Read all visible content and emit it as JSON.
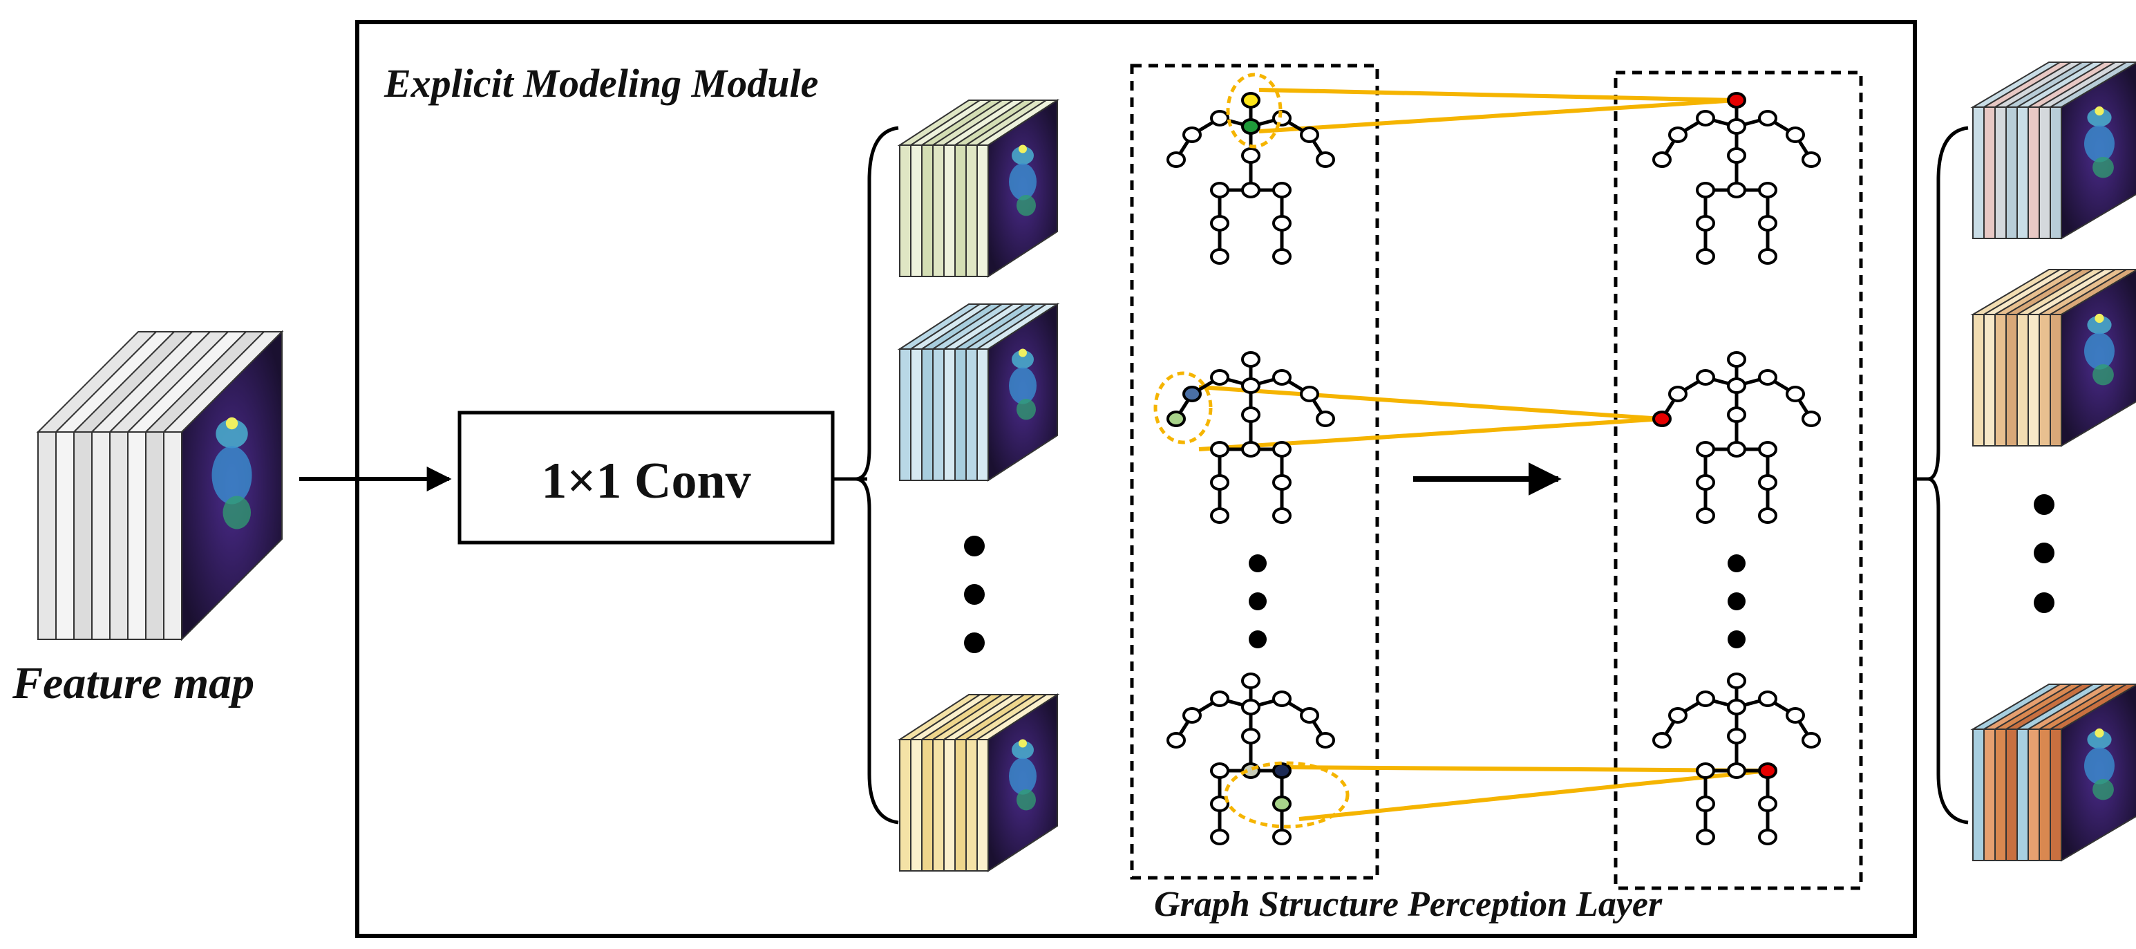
{
  "labels": {
    "feature_map": "Feature map",
    "module_title": "Explicit Modeling Module",
    "conv_label": "1×1 Conv",
    "gsp_layer": "Graph Structure Perception Layer"
  },
  "colors": {
    "line": "#000000",
    "highlight_line": "#f5b400",
    "dashed_ellipse": "#f5b400",
    "joint_fill": "#ffffff",
    "joint_target": "#e60000",
    "joint_yellow": "#ffe619",
    "joint_green": "#1f9a3a",
    "joint_blue": "#4a6fa5",
    "joint_lightgreen": "#a8d38a",
    "joint_navy": "#1c2a55",
    "joint_grey": "#c8ccb8"
  },
  "icons": {
    "flow_arrow": "right-arrow-icon",
    "ellipsis": "vertical-dots-icon",
    "bracket": "curly-bracket-icon",
    "heatmap": "pose-heatmap-icon"
  }
}
